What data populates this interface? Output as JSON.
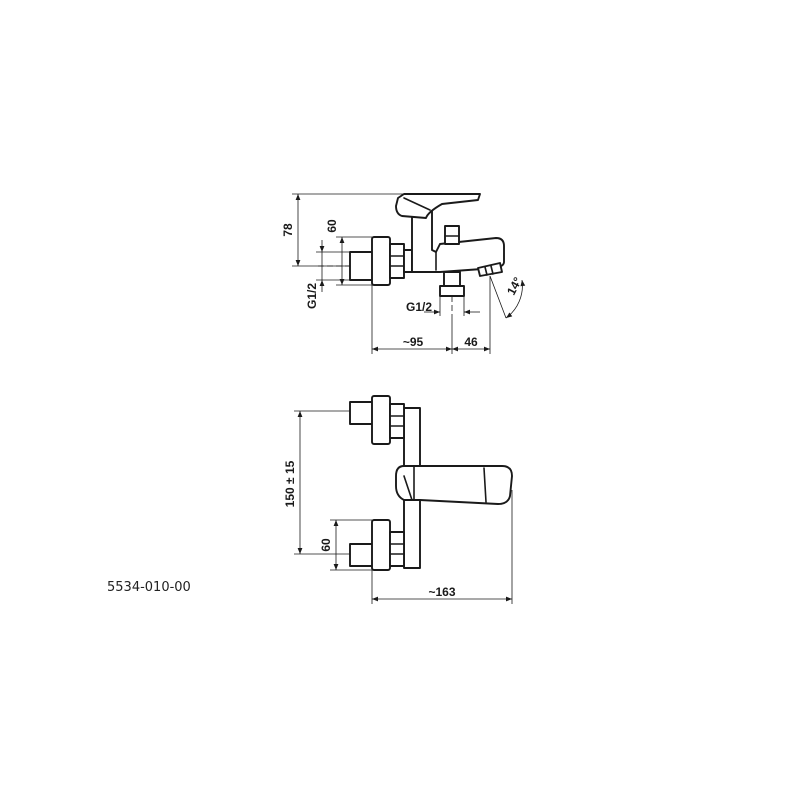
{
  "product_code": "5534-010-00",
  "side_view": {
    "dimensions": {
      "height_total": "78",
      "height_inlet": "60",
      "thread_inlet": "G1/2",
      "thread_outlet": "G1/2",
      "depth_body": "~95",
      "depth_spout": "46",
      "spout_angle": "14°"
    }
  },
  "top_view": {
    "dimensions": {
      "inlet_spacing": "150 ± 15",
      "inlet_offset": "60",
      "overall_length": "~163"
    }
  },
  "colors": {
    "line": "#1a1a1a",
    "background": "#ffffff"
  }
}
